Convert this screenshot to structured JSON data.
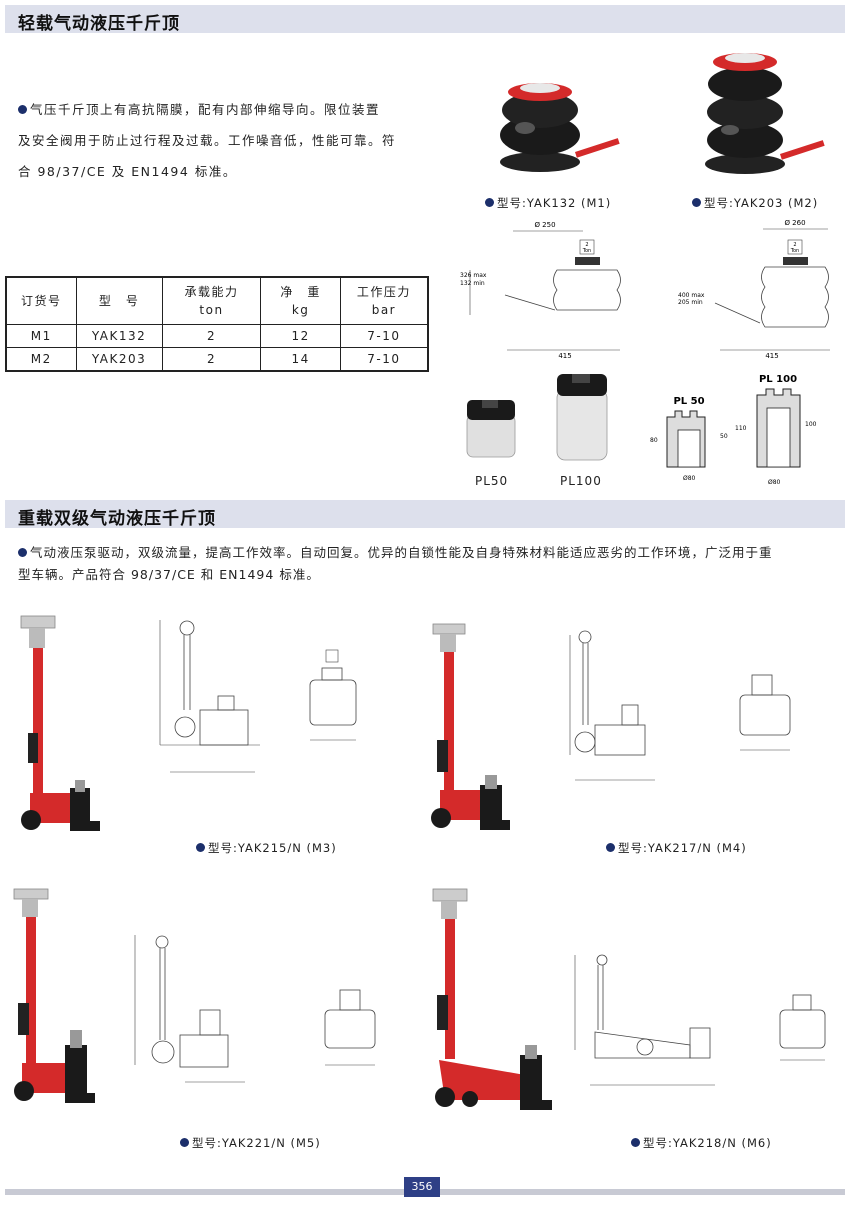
{
  "section1": {
    "title": "轻载气动液压千斤顶",
    "desc_lines": [
      "气压千斤顶上有高抗隔膜，配有内部伸缩导向。限位装置",
      "及安全阀用于防止过行程及过载。工作噪音低，性能可靠。符",
      "合 98/37/CE 及 EN1494 标准。"
    ],
    "table": {
      "headers": [
        {
          "line1": "订货号",
          "line2": ""
        },
        {
          "line1": "型　号",
          "line2": ""
        },
        {
          "line1": "承载能力",
          "line2": "ton"
        },
        {
          "line1": "净　重",
          "line2": "kg"
        },
        {
          "line1": "工作压力",
          "line2": "bar"
        }
      ],
      "rows": [
        [
          "M1",
          "YAK132",
          "2",
          "12",
          "7-10"
        ],
        [
          "M2",
          "YAK203",
          "2",
          "14",
          "7-10"
        ]
      ]
    },
    "captions": {
      "m1": "型号:YAK132 (M1)",
      "m2": "型号:YAK203 (M2)"
    },
    "drawings": {
      "m1": {
        "diameter": "Ø 250",
        "height": "326 max\n132 min",
        "width": "415",
        "badge": "2\nTon"
      },
      "m2": {
        "diameter": "Ø 260",
        "height": "400 max\n205 min",
        "width": "415",
        "badge": "2\nTon"
      }
    },
    "accessories": {
      "pl50": "PL50",
      "pl100": "PL100",
      "pl50_title": "PL 50",
      "pl100_title": "PL 100",
      "dim_80": "80",
      "dim_50": "50",
      "dim_110": "110",
      "dim_100": "100",
      "dim_d80a": "Ø80",
      "dim_d80b": "Ø80"
    }
  },
  "section2": {
    "title": "重载双级气动液压千斤顶",
    "desc_lines": [
      "气动液压泵驱动，双级流量，提高工作效率。自动回复。优异的自锁性能及自身特殊材料能适应恶劣的工作环境，广泛用于重",
      "型车辆。产品符合 98/37/CE 和 EN1494 标准。"
    ],
    "captions": {
      "m3": "型号:YAK215/N (M3)",
      "m4": "型号:YAK217/N (M4)",
      "m5": "型号:YAK221/N (M5)",
      "m6": "型号:YAK218/N (M6)"
    }
  },
  "page_number": "356",
  "colors": {
    "jack_red": "#d42a2a",
    "accent_navy": "#1c2f6b",
    "bar_bg": "#dde0ec",
    "page_tag": "#2e3f86"
  }
}
